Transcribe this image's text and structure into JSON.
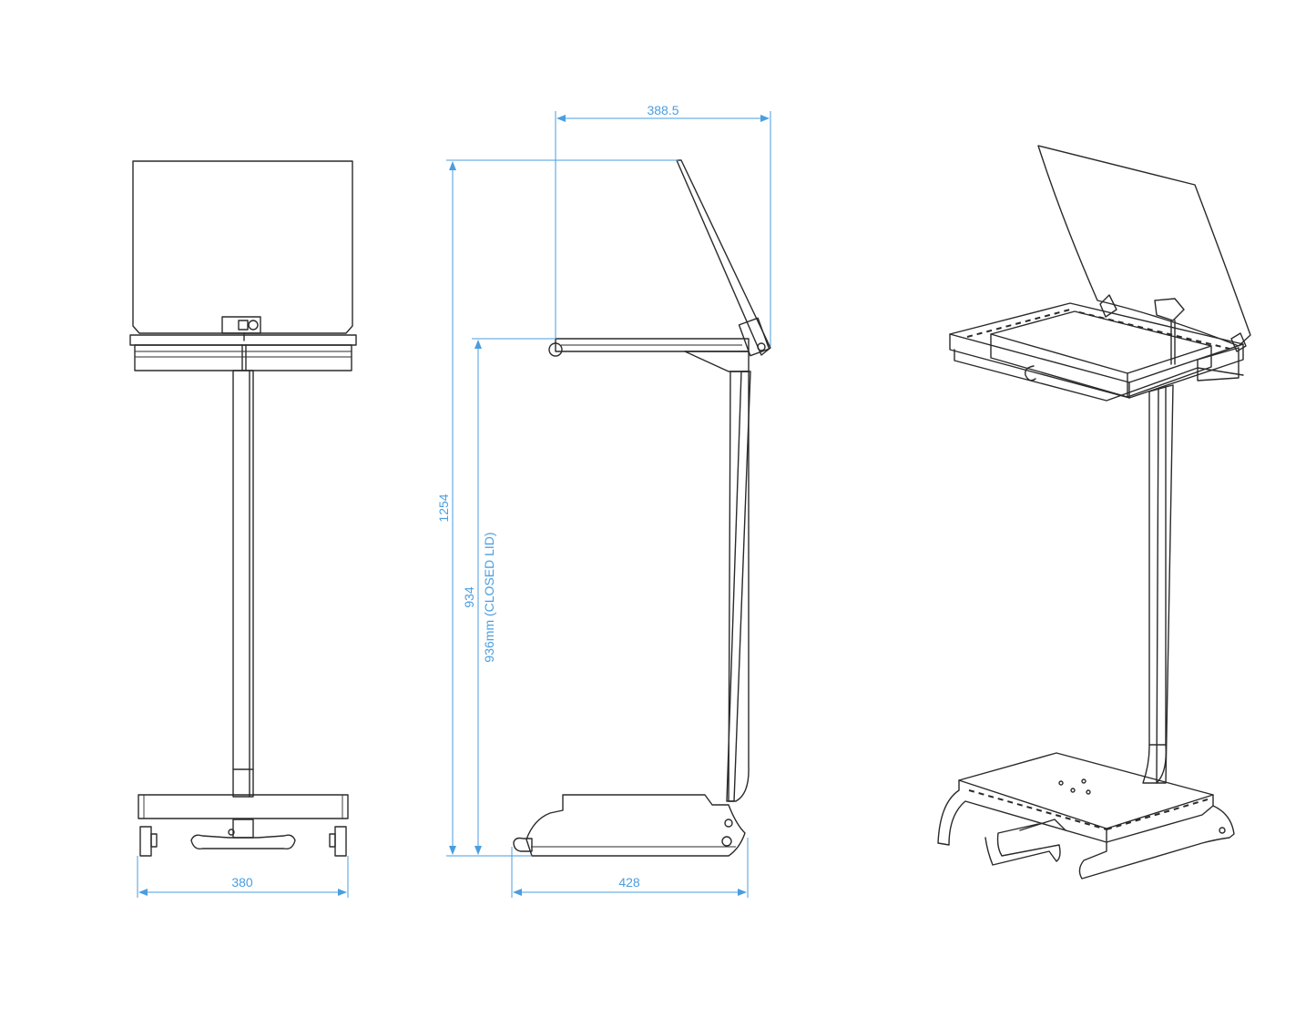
{
  "dimensions": {
    "front_width": "380",
    "side_top_width": "388.5",
    "side_base_width": "428",
    "overall_height": "1254",
    "lid_height_closed": "934",
    "closed_lid_note": "936mm (CLOSED LID)"
  },
  "colors": {
    "dimension": "#4a9ee0",
    "outline": "#2a2a2a",
    "background": "#ffffff"
  }
}
